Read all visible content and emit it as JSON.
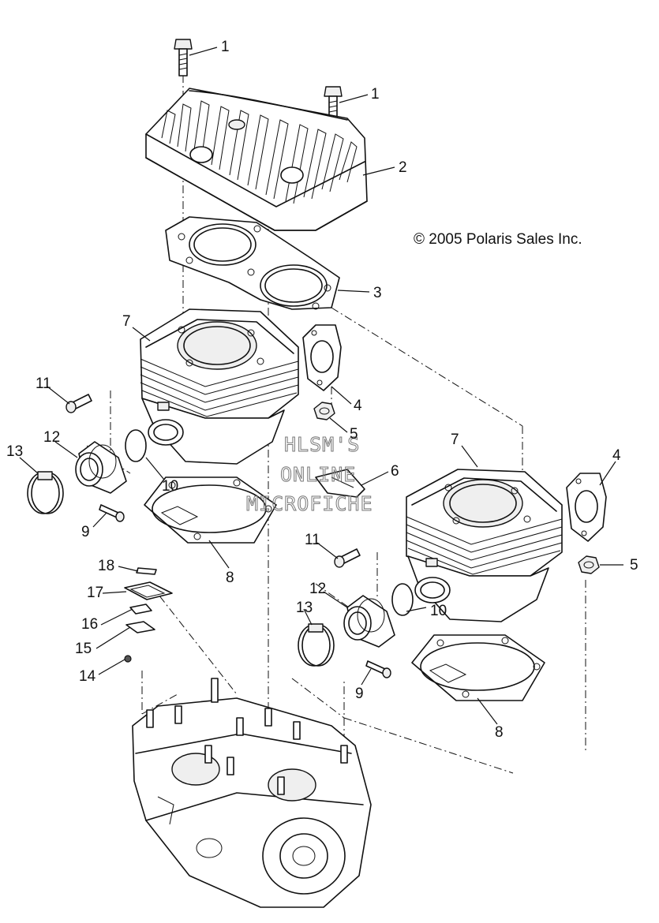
{
  "copyright": "© 2005 Polaris Sales Inc.",
  "watermark": [
    "HLSM'S",
    "ONLINE",
    "MICROFICHE"
  ],
  "callouts": [
    "1",
    "1",
    "2",
    "3",
    "7",
    "4",
    "11",
    "5",
    "12",
    "13",
    "6",
    "10",
    "7",
    "4",
    "9",
    "8",
    "11",
    "5",
    "18",
    "12",
    "17",
    "13",
    "10",
    "16",
    "15",
    "14",
    "9",
    "8"
  ]
}
